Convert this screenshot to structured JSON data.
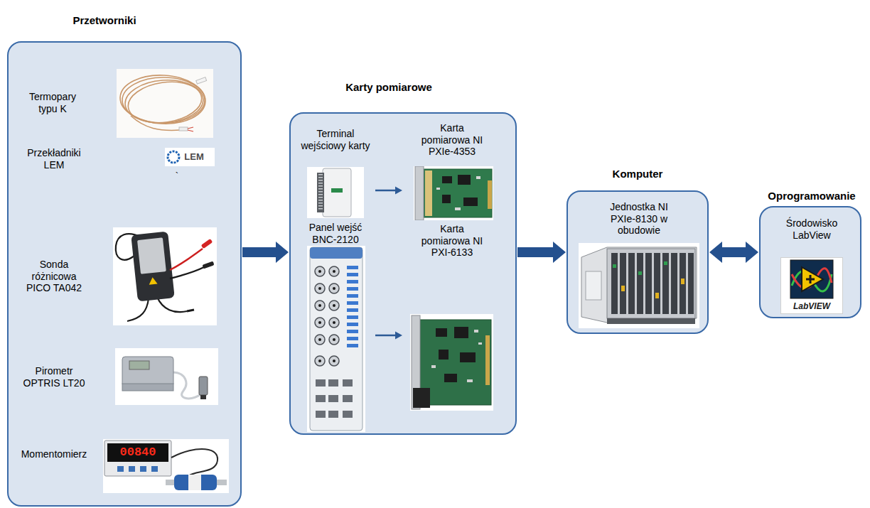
{
  "diagram": {
    "nodes": [
      {
        "text": [
          "Przetworniki"
        ]
      },
      {
        "text": [
          "Termopary typu K"
        ],
        "in": 0
      },
      {
        "text": [
          "Przekładniki LEM"
        ],
        "in": 0
      },
      {
        "text": [
          "Sonda różnicowa PICO TA042"
        ],
        "in": 0
      },
      {
        "text": [
          "Pirometr OPTRIS LT20"
        ],
        "in": 0
      },
      {
        "text": [
          "Momentomierz"
        ],
        "in": 0
      },
      {
        "text": [
          "Karty pomiarowe"
        ]
      },
      {
        "text": [
          "Terminal wejściowy karty"
        ],
        "in": 6
      },
      {
        "text": [
          "Karta pomiarowa NI PXIe-4353"
        ],
        "in": 6
      },
      {
        "text": [
          "Panel wejść BNC-2120"
        ],
        "in": 6
      },
      {
        "text": [
          "Karta pomiarowa NI PXI-6133"
        ],
        "in": 6
      },
      {
        "text": [
          "Komputer",
          "Jednostka NI PXIe-8130 w obudowie"
        ]
      },
      {
        "text": [
          "Oprogramowanie",
          "Środowisko LabView"
        ]
      }
    ],
    "edges": [
      {
        "from": 0,
        "to": 6,
        "arrow": "to"
      },
      {
        "from": 7,
        "to": 8,
        "arrow": "to"
      },
      {
        "from": 9,
        "to": 10,
        "arrow": "to"
      },
      {
        "from": 6,
        "to": 11,
        "arrow": "to"
      },
      {
        "from": 11,
        "to": 12,
        "arrow": "both"
      }
    ],
    "labels": [
      "LEM",
      "`",
      "00840",
      "LabVIEW"
    ]
  }
}
